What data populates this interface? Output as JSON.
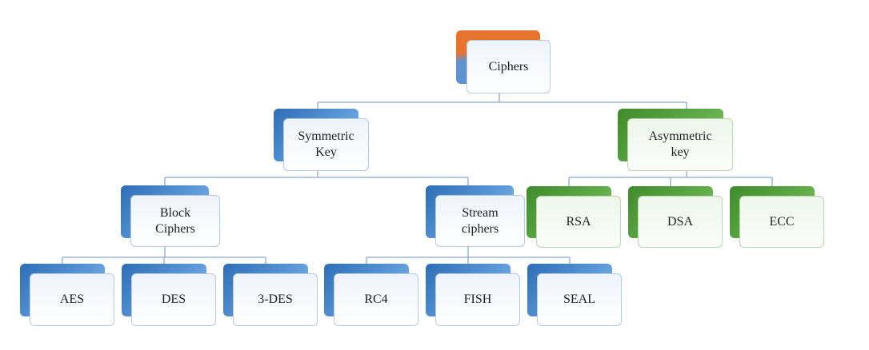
{
  "diagram": {
    "root": {
      "label": "Ciphers"
    },
    "symmetric": {
      "label": "Symmetric\nKey"
    },
    "asymmetric": {
      "label": "Asymmetric\nkey"
    },
    "block": {
      "label": "Block\nCiphers"
    },
    "stream": {
      "label": "Stream\nciphers"
    },
    "block_children": [
      {
        "label": "AES"
      },
      {
        "label": "DES"
      },
      {
        "label": "3-DES"
      }
    ],
    "stream_children": [
      {
        "label": "RC4"
      },
      {
        "label": "FISH"
      },
      {
        "label": "SEAL"
      }
    ],
    "asymmetric_children": [
      {
        "label": "RSA"
      },
      {
        "label": "DSA"
      },
      {
        "label": "ECC"
      }
    ]
  },
  "colors": {
    "blue_accent": "#5b98d8",
    "green_accent": "#62ad4a",
    "orange_accent": "#e8742f",
    "connector": "#8fa9c6"
  }
}
